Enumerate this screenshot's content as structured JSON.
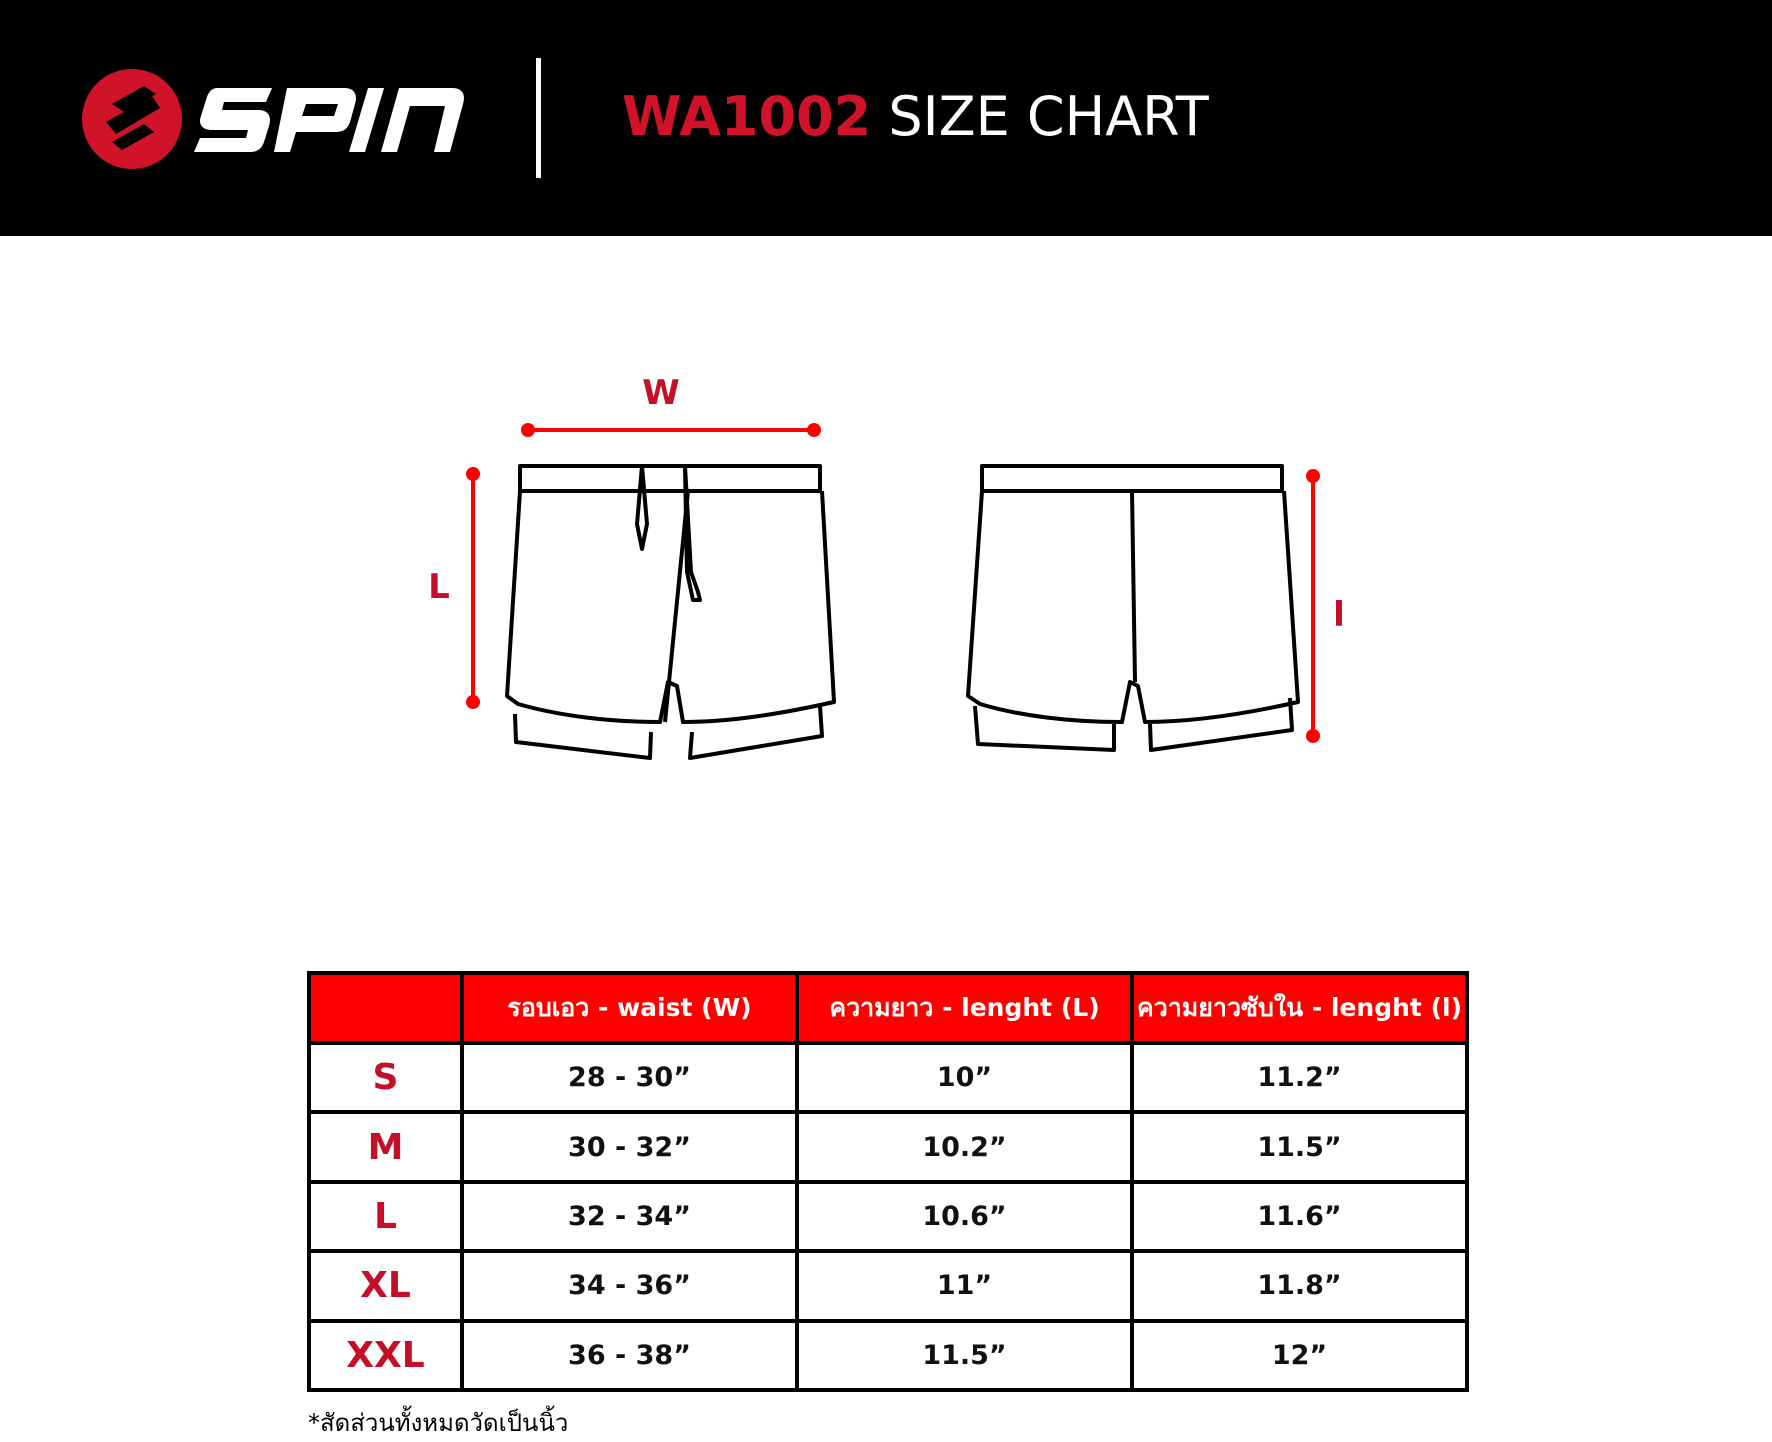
{
  "header": {
    "brand": "spin",
    "code": "WA1002",
    "title": "SIZE CHART",
    "colors": {
      "background": "#000000",
      "accent": "#d1132a",
      "text": "#ffffff"
    }
  },
  "diagram": {
    "labels": {
      "waist": "W",
      "length": "L",
      "inner_length": "l"
    },
    "marker_color": "#ff0000",
    "label_color": "#c40f27"
  },
  "table": {
    "headers": [
      "",
      "รอบเอว - waist (W)",
      "ความยาว - lenght (L)",
      "ความยาวซับใน - lenght (l)"
    ],
    "rows": [
      [
        "S",
        "28 - 30”",
        "10”",
        "11.2”"
      ],
      [
        "M",
        "30 - 32”",
        "10.2”",
        "11.5”"
      ],
      [
        "L",
        "32 - 34”",
        "10.6”",
        "11.6”"
      ],
      [
        "XL",
        "34 - 36”",
        "11”",
        "11.8”"
      ],
      [
        "XXL",
        "36 - 38”",
        "11.5”",
        "12”"
      ]
    ],
    "colors": {
      "header_bg": "#ff0000",
      "header_text": "#ffffff",
      "size_text": "#c40f27"
    }
  },
  "footnote": "*สัดส่วนทั้งหมดวัดเป็นนิ้ว"
}
